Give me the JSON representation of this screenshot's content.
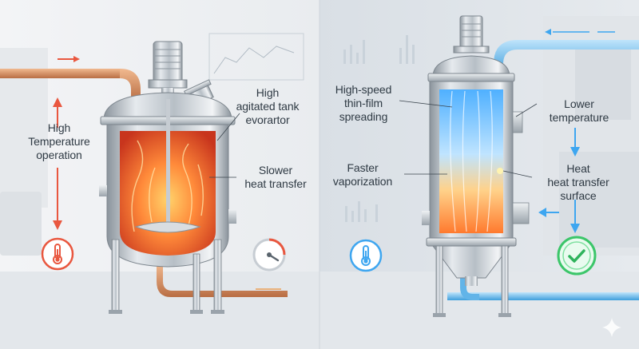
{
  "left_panel": {
    "labels": {
      "high_temperature": "High\nTemperature\noperation",
      "agitated_tank": "High\nagitated tank\nevorartor",
      "slower_heat": "Slower\nheat transfer"
    },
    "icons": {
      "thermometer": "thermometer-icon",
      "gauge": "gauge-icon"
    },
    "colors": {
      "hot": "#ff6a2e",
      "arrow": "#e9573f",
      "pipe": "#c9855a"
    }
  },
  "right_panel": {
    "labels": {
      "high_speed": "High-speed\nthin-film\nspreading",
      "lower_temperature": "Lower\ntemperature",
      "faster_vaporization": "Faster\nvaporization",
      "heat_surface": "Heat\nheat transfer\nsurface"
    },
    "icons": {
      "thermometer": "thermometer-icon",
      "check": "checkmark-icon"
    },
    "colors": {
      "cool": "#3ea6f0",
      "check": "#3cc66a",
      "pipe": "#4aa9e4"
    }
  },
  "watermark": "sparkle-icon"
}
